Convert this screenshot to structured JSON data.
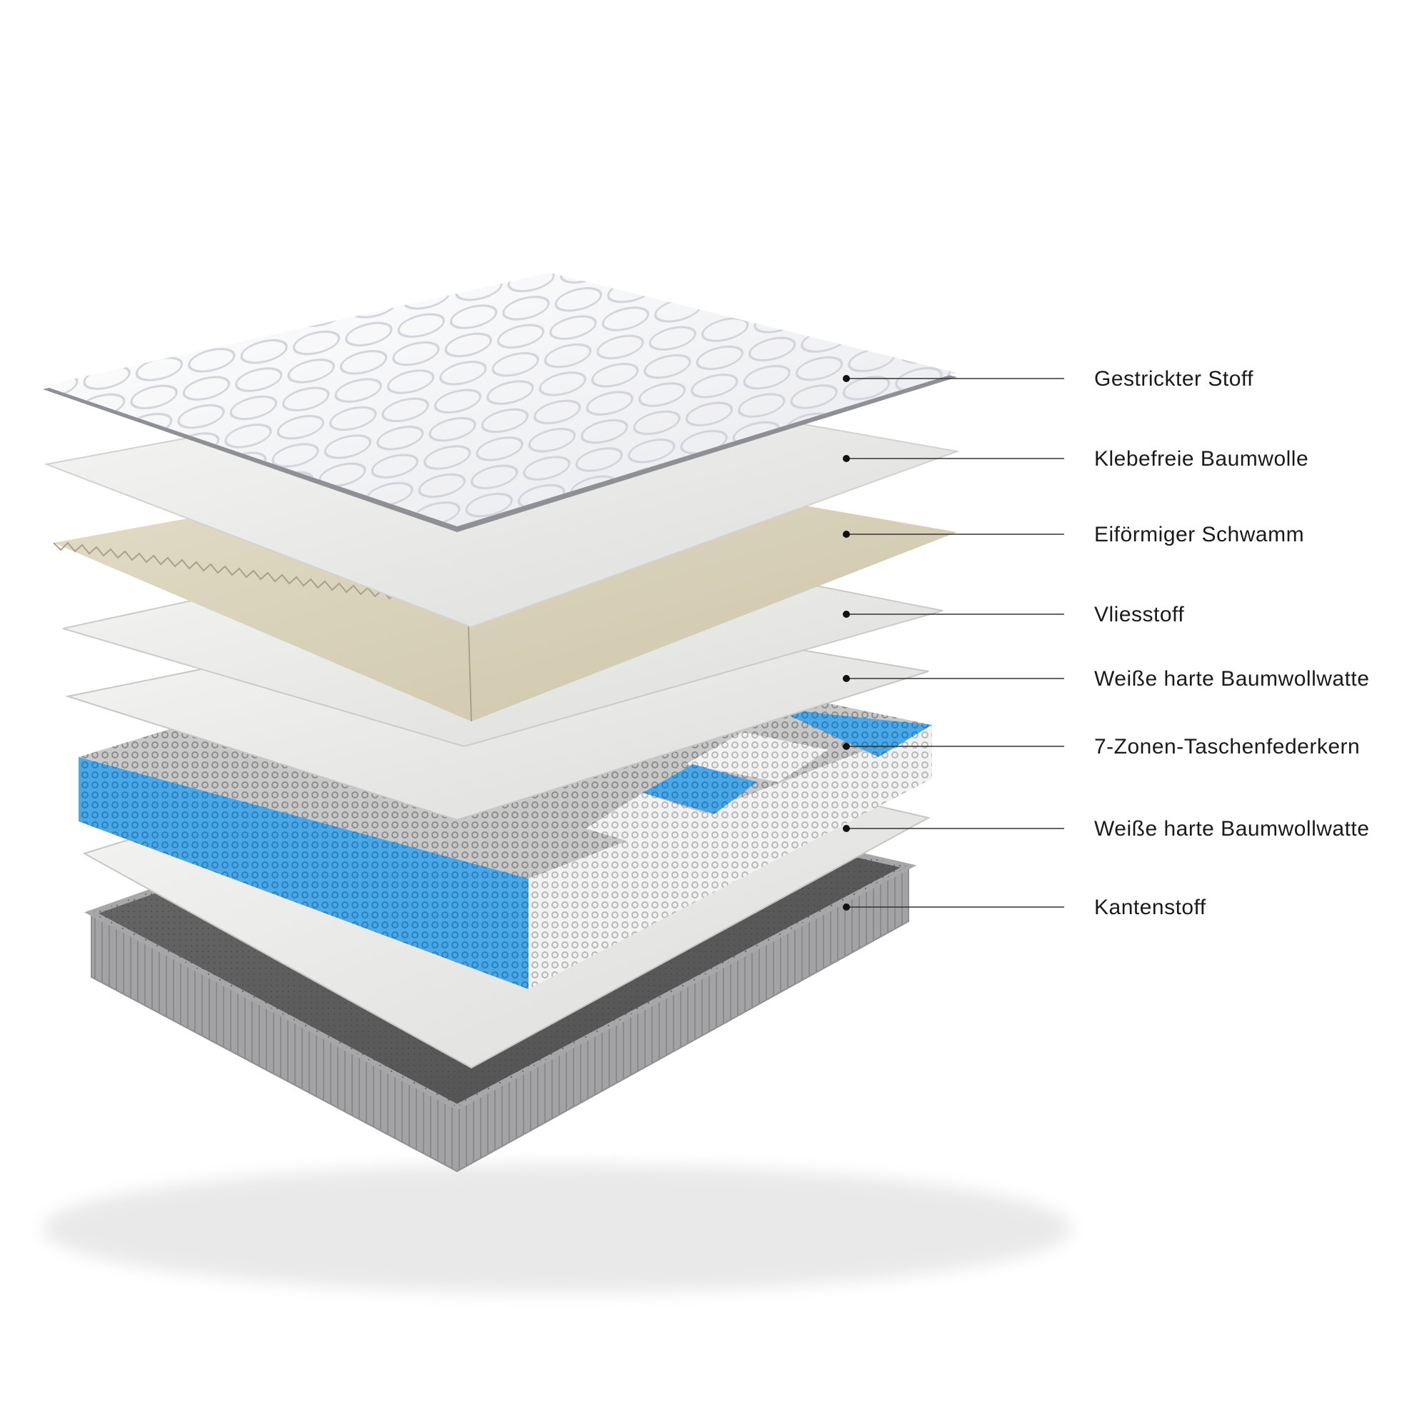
{
  "diagram": {
    "type": "exploded-layer-diagram",
    "subject": "mattress",
    "layers": [
      {
        "label": "Gestrickter Stoff",
        "color": "#f4f5f7",
        "edge_color": "#8f8f96",
        "pattern": "quilted"
      },
      {
        "label": "Klebefreie Baumwolle",
        "color": "#ebebeb",
        "edge_color": "#cfcfcf",
        "pattern": "felt"
      },
      {
        "label": "Eiförmiger Schwamm",
        "color": "#d6cfb8",
        "edge_color": "#a9a288",
        "pattern": "egg-crate"
      },
      {
        "label": "Vliesstoff",
        "color": "#e6e6e4",
        "edge_color": "#c9c9c6",
        "pattern": "felt"
      },
      {
        "label": "Weiße harte Baumwollwatte",
        "color": "#dcdcda",
        "edge_color": "#bdbdbb",
        "pattern": "felt"
      },
      {
        "label": "7-Zonen-Taschenfederkern",
        "color": "#e2e2e2",
        "edge_color": "#9a9a9a",
        "pattern": "pocket-springs",
        "zone_colors": [
          "#4aa8e6",
          "#f2f2f2",
          "#bdbdbd"
        ]
      },
      {
        "label": "Weiße harte Baumwollwatte",
        "color": "#dcdcda",
        "edge_color": "#bdbdbb",
        "pattern": "felt"
      },
      {
        "label": "Kantenstoff",
        "color": "#5e5e5e",
        "edge_color": "#a7a7a9",
        "pattern": "border-fabric"
      }
    ]
  }
}
